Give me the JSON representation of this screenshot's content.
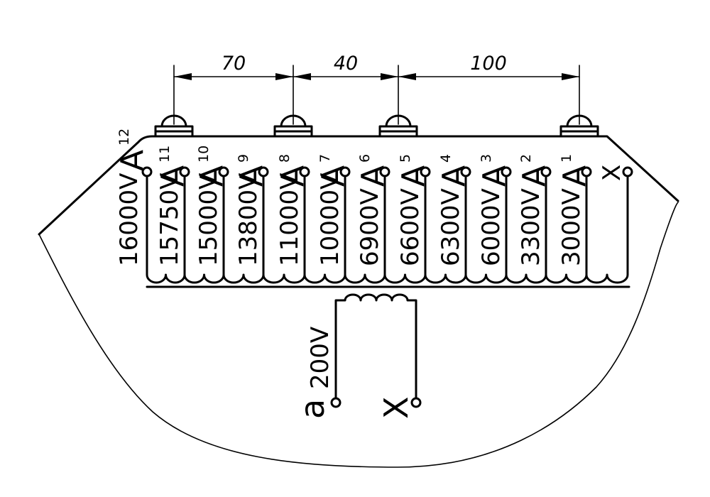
{
  "dimensions": [
    {
      "label": "70"
    },
    {
      "label": "40"
    },
    {
      "label": "100"
    }
  ],
  "taps": [
    {
      "voltage": "16000V",
      "letter": "A",
      "number": "12"
    },
    {
      "voltage": "15750V",
      "letter": "A",
      "number": "11"
    },
    {
      "voltage": "15000V",
      "letter": "A",
      "number": "10"
    },
    {
      "voltage": "13800V",
      "letter": "A",
      "number": "9"
    },
    {
      "voltage": "11000V",
      "letter": "A",
      "number": "8"
    },
    {
      "voltage": "10000V",
      "letter": "A",
      "number": "7"
    },
    {
      "voltage": "6900V",
      "letter": "A",
      "number": "6"
    },
    {
      "voltage": "6600V",
      "letter": "A",
      "number": "5"
    },
    {
      "voltage": "6300V",
      "letter": "A",
      "number": "4"
    },
    {
      "voltage": "6000V",
      "letter": "A",
      "number": "3"
    },
    {
      "voltage": "3300V",
      "letter": "A",
      "number": "2"
    },
    {
      "voltage": "3000V",
      "letter": "A",
      "number": "1"
    }
  ],
  "primary_end_label": "X",
  "secondary": {
    "voltage": "200V",
    "start_label": "a",
    "end_label": "X"
  }
}
